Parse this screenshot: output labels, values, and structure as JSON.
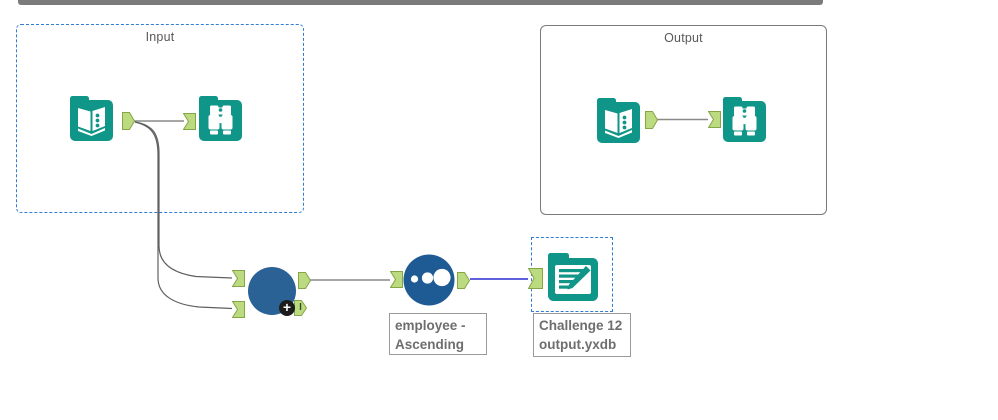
{
  "containers": {
    "input": {
      "title": "Input"
    },
    "output": {
      "title": "Output"
    }
  },
  "annotations": {
    "sort": {
      "line1": "employee -",
      "line2": "Ascending"
    },
    "output": {
      "line1": "Challenge 12",
      "line2": "output.yxdb"
    }
  },
  "union_tool": {
    "add_badge": "+",
    "anchor_label": "I"
  },
  "icons": {
    "input_data": "input-data-book-icon",
    "browse": "browse-binoculars-icon",
    "union": "union-circle-icon",
    "sort": "sort-dots-icon",
    "output_data": "output-data-file-icon"
  },
  "colors": {
    "teal": "#0F9688",
    "anchor_fill": "#BCDB81",
    "anchor_stroke": "#86A547",
    "union_blue": "#2B6295",
    "sort_blue": "#1E5B95",
    "selection_blue": "#2E7CD6",
    "wire_gray": "#8A8A8A",
    "wire_curve_gray": "#606060",
    "wire_selected_blue": "#2B2BD0",
    "container_border": "#7A7A7A",
    "title_text": "#595959",
    "label_text": "#6E6E6E",
    "topbar_gray": "#7B7B7B",
    "badge_black": "#1C1C1C",
    "canvas_bg": "#FFFFFF"
  }
}
